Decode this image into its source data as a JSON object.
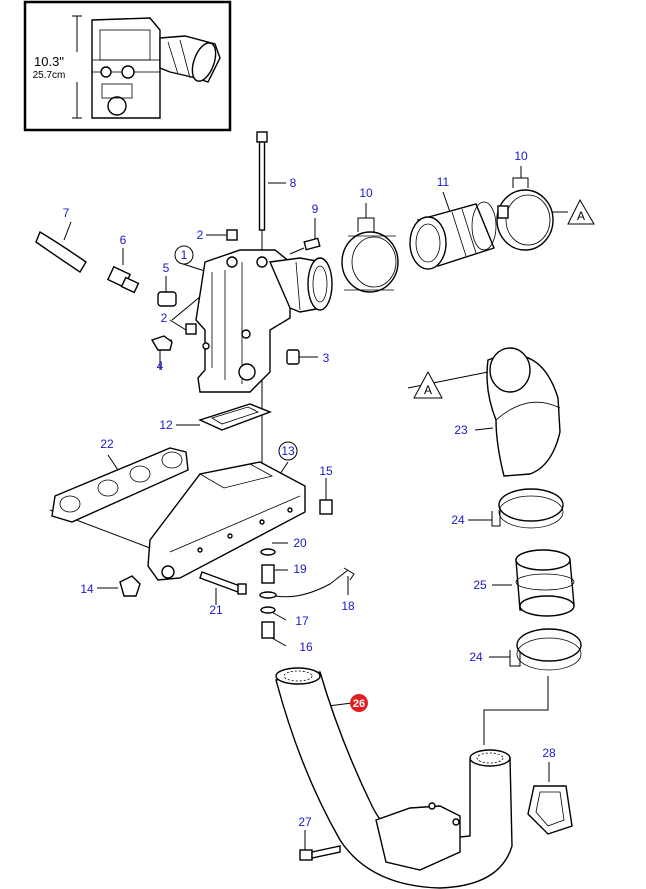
{
  "inset": {
    "dim_in": "10.3\"",
    "dim_cm": "25.7cm"
  },
  "callouts": {
    "c1": "1",
    "c2a": "2",
    "c2b": "2",
    "c3": "3",
    "c4": "4",
    "c5": "5",
    "c6": "6",
    "c7": "7",
    "c8": "8",
    "c9": "9",
    "c10a": "10",
    "c10b": "10",
    "c11": "11",
    "c12": "12",
    "c13": "13",
    "c14": "14",
    "c15": "15",
    "c16": "16",
    "c17": "17",
    "c18": "18",
    "c19": "19",
    "c20": "20",
    "c21": "21",
    "c22": "22",
    "c23": "23",
    "c24a": "24",
    "c24b": "24",
    "c25": "25",
    "c26": "26",
    "c27": "27",
    "c28": "28"
  },
  "markers": {
    "a1": "A",
    "a2": "A"
  },
  "colors": {
    "callout_text": "#1a1acc",
    "highlight": "#e02020",
    "line": "#000000"
  }
}
